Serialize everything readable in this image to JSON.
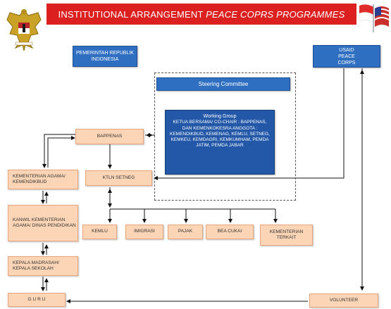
{
  "title": {
    "prefix": "INSTITUTIONAL ARRANGEMENT ",
    "italic": "PEACE COPRS PROGRAMMES"
  },
  "nodes": {
    "pemerintah": "PEMERINTAH REPUBLIK INDONESIA",
    "usaid": "USAID PEACE CORPS",
    "steering": "Steering Committee",
    "working_group": {
      "title": "Working Group",
      "body": "KETUA BERSAMA/ CO-CHAIR : BAPPENAS, DAN KEMENKOKESRA ANGGOTA : KEMENDIKBUD, KEMENAG, KEMLU, SETNEG, KEMKEU, KEMDAGRI, KEMKUMHAM, PEMDA JATIM, PEMDA JABAR"
    },
    "bappenas": "BAPPENAS",
    "ktln": "KTLN SETNEG",
    "kementerian_agama": "KEMENTERIAN AGAMA/ KEMENDIKBUD",
    "kanwil": "KANWIL KEMENTERIAN AGAMA/ DINAS PENDIDIKAN",
    "kepala": "KEPALA MADRASAH/ KEPALA SEKOLAH",
    "guru": "G U R U",
    "volunteer": "VOLUNTEER",
    "kemlu": "KEMLU",
    "imigrasi": "IMIGRASI",
    "pajak": "PAJAK",
    "bea_cukai": "BEA CUKAI",
    "kementerian_terkait": "KEMENTERIAN TERKAIT"
  },
  "colors": {
    "banner": "#dc1f1f",
    "blue_box": "#2f6fc2",
    "peach_box": "#fbd5b5"
  }
}
